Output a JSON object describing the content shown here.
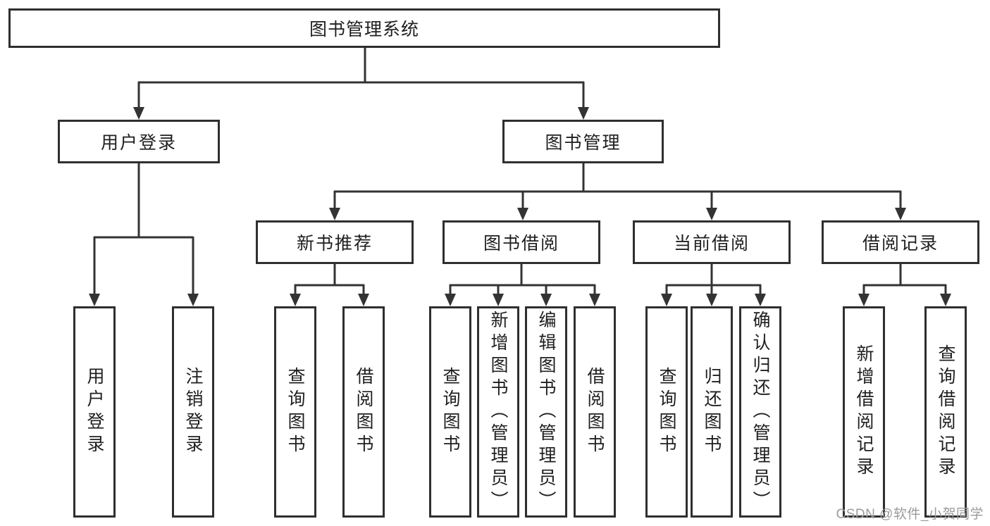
{
  "diagram": {
    "type": "hierarchy-org-chart",
    "title": "图书管理系统"
  },
  "tree": {
    "label": "图书管理系统",
    "children": [
      {
        "label": "用户登录",
        "children": [
          {
            "label": "用户登录"
          },
          {
            "label": "注销登录"
          }
        ]
      },
      {
        "label": "图书管理",
        "children": [
          {
            "label": "新书推荐",
            "children": [
              {
                "label": "查询图书"
              },
              {
                "label": "借阅图书"
              }
            ]
          },
          {
            "label": "图书借阅",
            "children": [
              {
                "label": "查询图书"
              },
              {
                "label": "新增图书（管理员）"
              },
              {
                "label": "编辑图书（管理员）"
              },
              {
                "label": "借阅图书"
              }
            ]
          },
          {
            "label": "当前借阅",
            "children": [
              {
                "label": "查询图书"
              },
              {
                "label": "归还图书"
              },
              {
                "label": "确认归还（管理员）"
              }
            ]
          },
          {
            "label": "借阅记录",
            "children": [
              {
                "label": "新增借阅记录"
              },
              {
                "label": "查询借阅记录"
              }
            ]
          }
        ]
      }
    ]
  },
  "watermark": {
    "text": "CSDN @软件_小贺同学",
    "color": "#9b9b9f"
  },
  "colors": {
    "background": "#ffffff",
    "line": "#333333",
    "box_border": "#2f2f2f",
    "box_fill": "#ffffff",
    "text": "#1f1f1f"
  }
}
